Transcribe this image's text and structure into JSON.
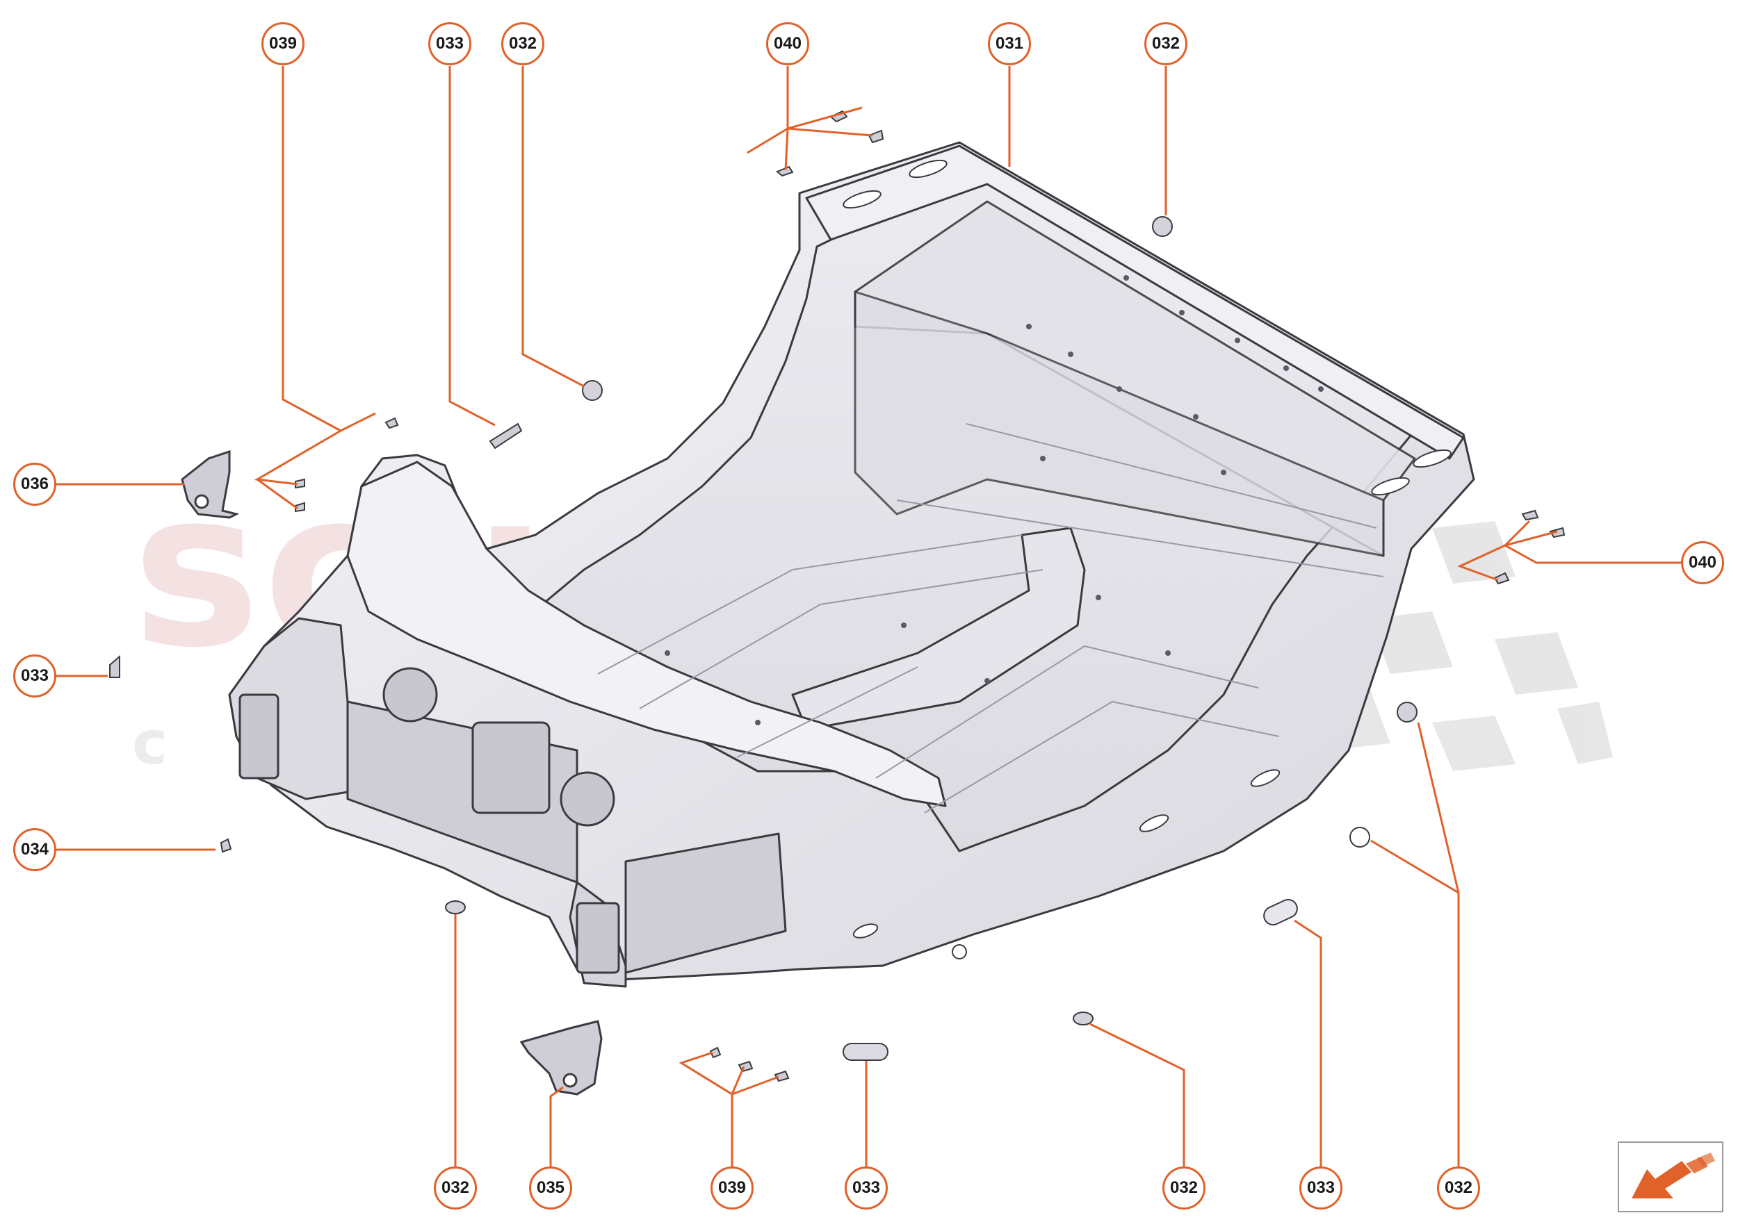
{
  "watermark": {
    "main": "scuderia",
    "sub": "car parts"
  },
  "callouts": [
    {
      "id": "c039a",
      "label": "039"
    },
    {
      "id": "c033a",
      "label": "033"
    },
    {
      "id": "c032a",
      "label": "032"
    },
    {
      "id": "c040a",
      "label": "040"
    },
    {
      "id": "c031",
      "label": "031"
    },
    {
      "id": "c032b",
      "label": "032"
    },
    {
      "id": "c036",
      "label": "036"
    },
    {
      "id": "c033b",
      "label": "033"
    },
    {
      "id": "c034",
      "label": "034"
    },
    {
      "id": "c040b",
      "label": "040"
    },
    {
      "id": "c032c",
      "label": "032"
    },
    {
      "id": "c035",
      "label": "035"
    },
    {
      "id": "c039b",
      "label": "039"
    },
    {
      "id": "c033c",
      "label": "033"
    },
    {
      "id": "c032d",
      "label": "032"
    },
    {
      "id": "c033d",
      "label": "033"
    },
    {
      "id": "c032e",
      "label": "032"
    }
  ],
  "colors": {
    "accent": "#e0622a",
    "part_fill": "#e9e8ee",
    "part_stroke": "#3a3a3f",
    "nav_arrow": "#e0622a"
  },
  "icons": {
    "nav": "arrow-down-left-icon"
  }
}
